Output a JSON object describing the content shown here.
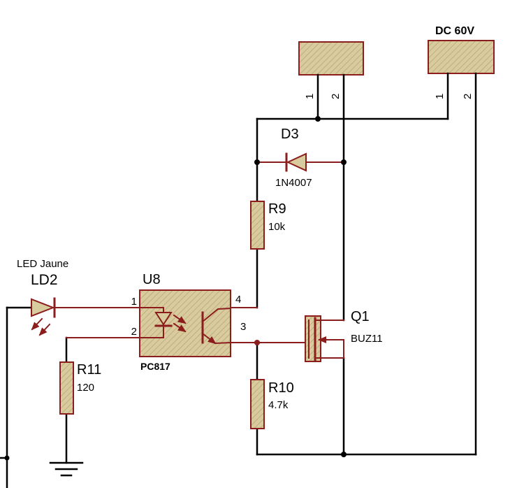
{
  "colors": {
    "background": "#ffffff",
    "wire": "#000000",
    "component_outline": "#8b1d1d",
    "component_fill": "#d8cc9e",
    "text": "#000000"
  },
  "components": {
    "connector_j1": {
      "pins": [
        "1",
        "2"
      ]
    },
    "connector_j2": {
      "label": "DC 60V",
      "pins": [
        "1",
        "2"
      ]
    },
    "diode_d3": {
      "ref": "D3",
      "value": "1N4007"
    },
    "resistor_r9": {
      "ref": "R9",
      "value": "10k"
    },
    "resistor_r10": {
      "ref": "R10",
      "value": "4.7k"
    },
    "resistor_r11": {
      "ref": "R11",
      "value": "120"
    },
    "optocoupler_u8": {
      "ref": "U8",
      "value": "PC817",
      "pin_numbers": [
        "1",
        "2",
        "3",
        "4"
      ]
    },
    "mosfet_q1": {
      "ref": "Q1",
      "value": "BUZ11"
    },
    "led_ld2": {
      "ref": "LD2",
      "note": "LED Jaune"
    }
  }
}
